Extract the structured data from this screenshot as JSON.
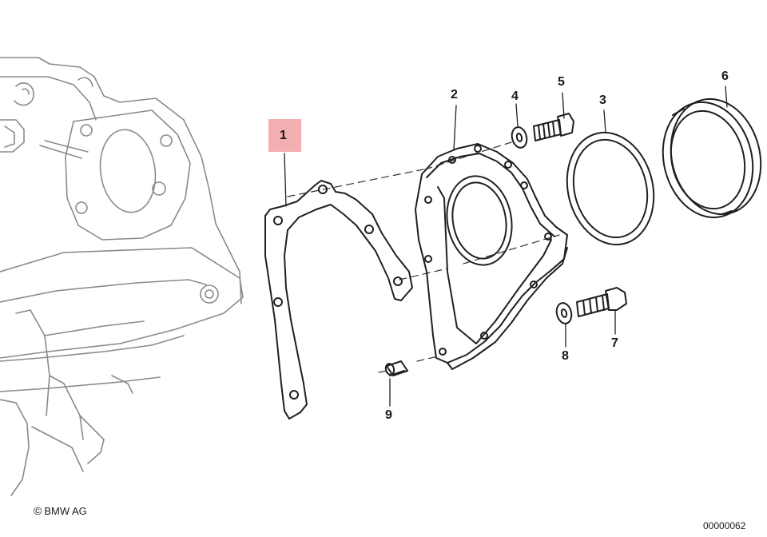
{
  "callouts": {
    "part_1": "1",
    "part_2": "2",
    "part_3": "3",
    "part_4": "4",
    "part_5": "5",
    "part_6": "6",
    "part_7": "7",
    "part_8": "8",
    "part_9": "9"
  },
  "highlighted_part": "1",
  "highlight_color": "#f2aeb0",
  "footer": {
    "copyright_symbol": "©",
    "copyright_text": "BMW AG",
    "diagram_number": "00000062"
  }
}
